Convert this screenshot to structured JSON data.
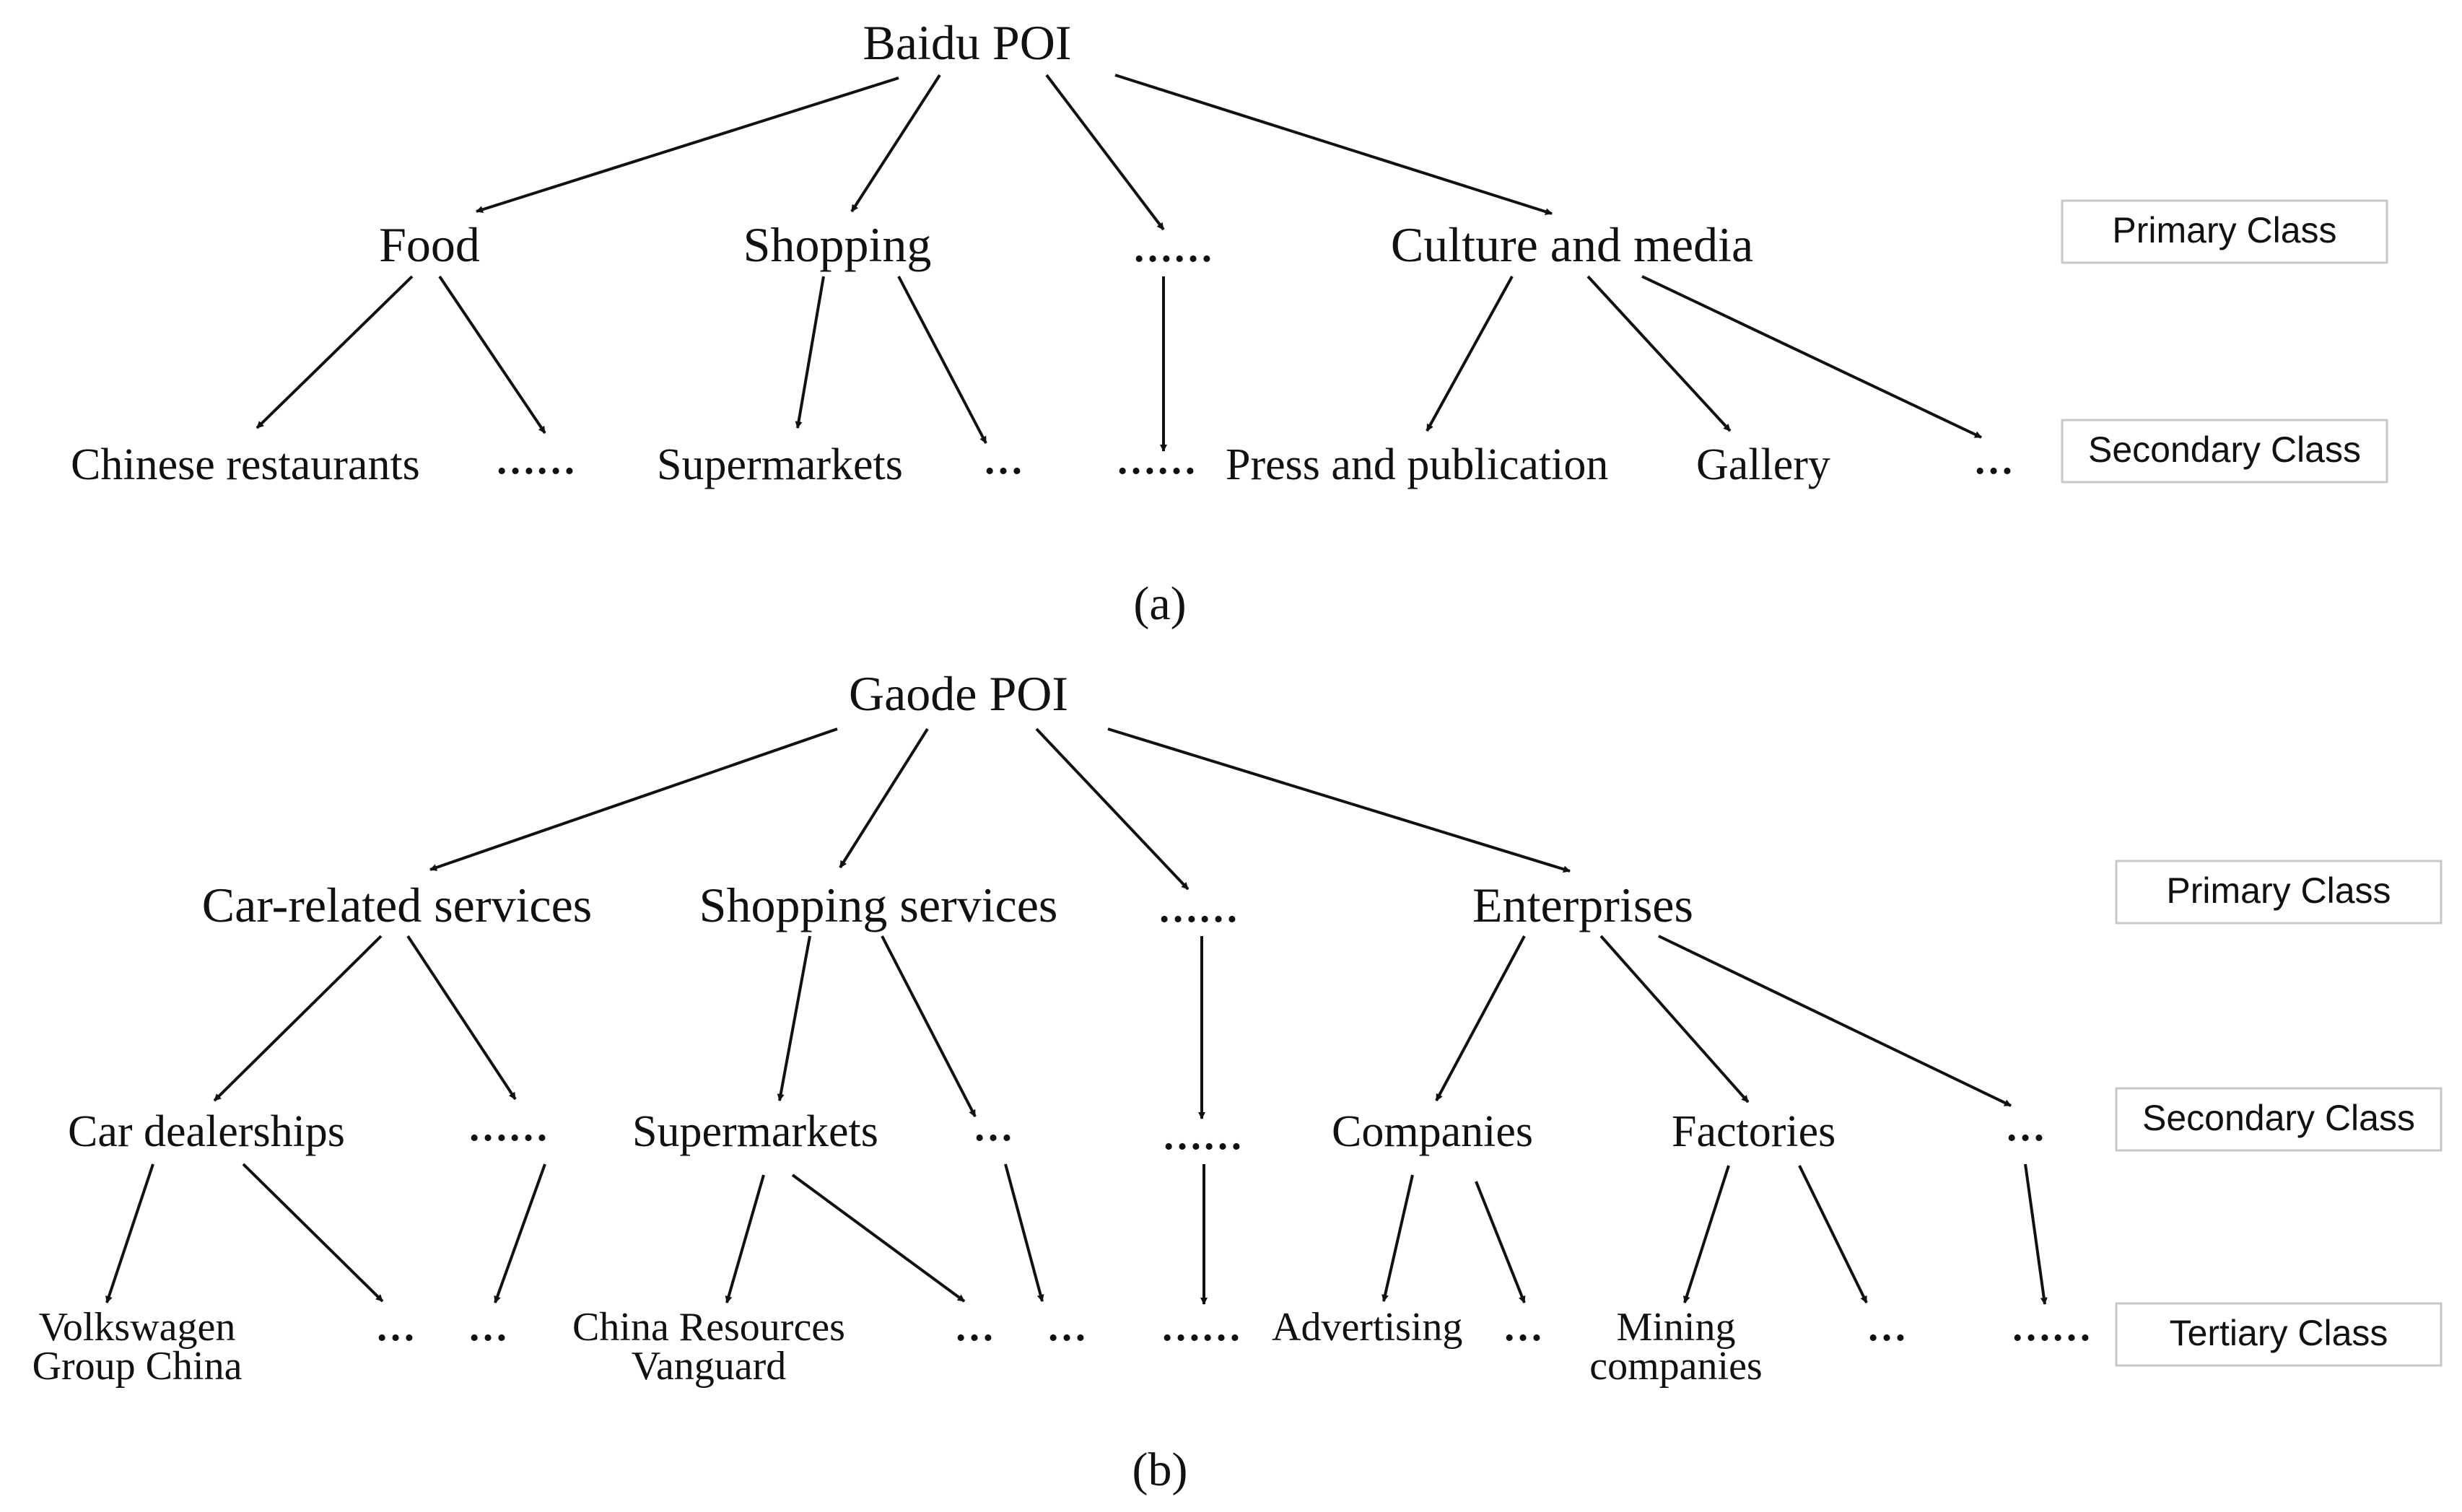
{
  "colors": {
    "text": "#111111",
    "line": "#111111",
    "box_border": "#c8c8c8",
    "background": "#ffffff"
  },
  "panel_a": {
    "root": "Baidu POI",
    "primary": [
      "Food",
      "Shopping",
      "……",
      "Culture and media"
    ],
    "secondary": [
      "Chinese restaurants",
      "……",
      "Supermarkets",
      "…",
      "……",
      "Press and publication",
      "Gallery",
      "…"
    ],
    "level_labels": {
      "primary": "Primary Class",
      "secondary": "Secondary Class"
    },
    "caption": "(a)"
  },
  "panel_b": {
    "root": "Gaode POI",
    "primary": [
      "Car-related services",
      "Shopping services",
      "……",
      "Enterprises"
    ],
    "secondary": [
      "Car dealerships",
      "……",
      "Supermarkets",
      "…",
      "……",
      "Companies",
      "Factories",
      "…"
    ],
    "tertiary": [
      "Volkswagen",
      "Group China",
      "…",
      "…",
      "China Resources",
      "Vanguard",
      "…",
      "…",
      "……",
      "Advertising",
      "…",
      "Mining",
      "companies",
      "…",
      "……"
    ],
    "level_labels": {
      "primary": "Primary Class",
      "secondary": "Secondary Class",
      "tertiary": "Tertiary Class"
    },
    "caption": "(b)"
  }
}
